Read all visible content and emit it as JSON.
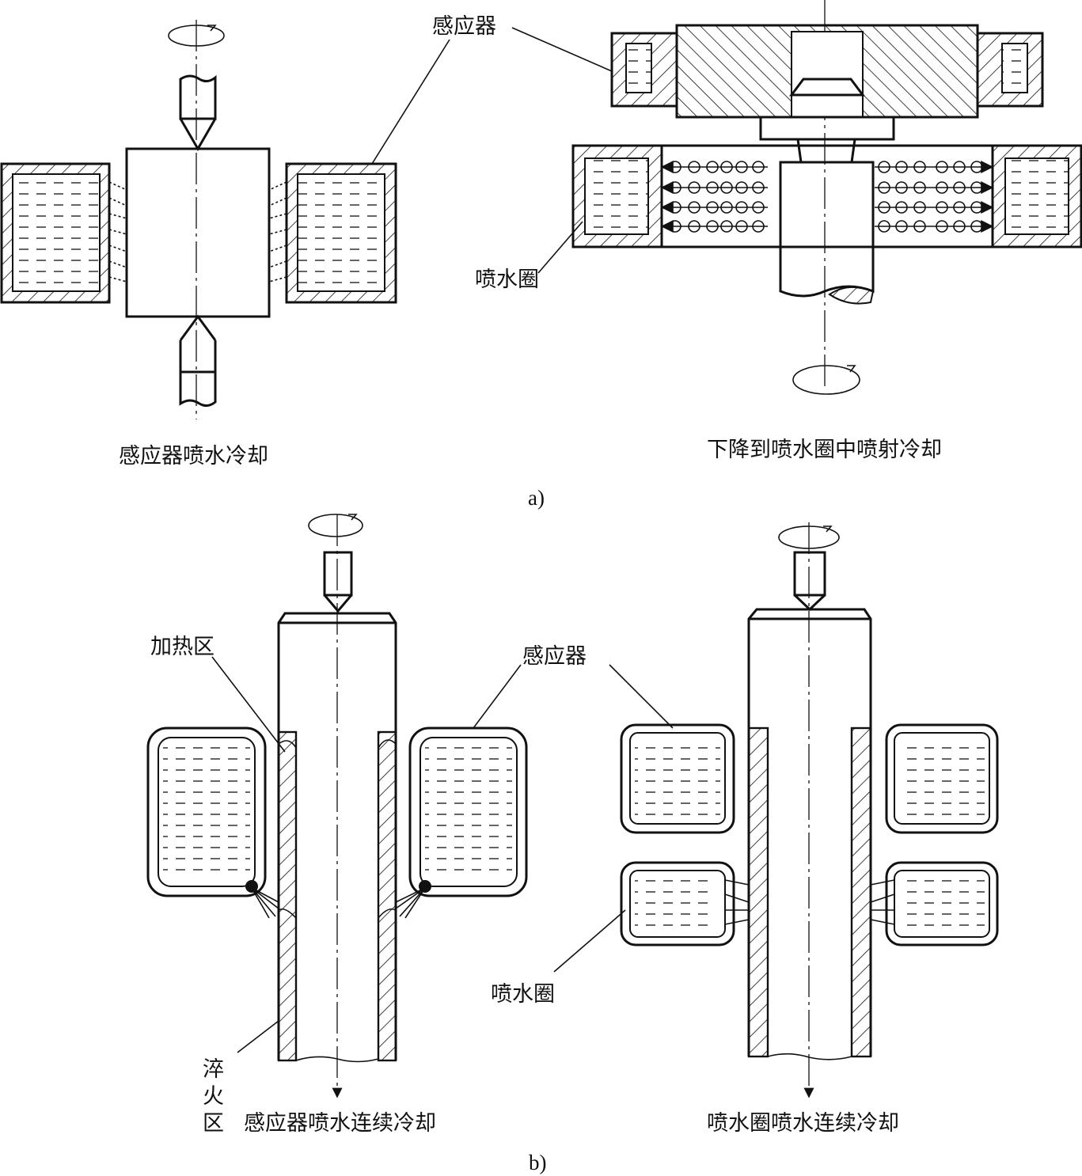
{
  "panel_a": {
    "label": "a)",
    "left_caption": "感应器喷水冷却",
    "right_caption": "下降到喷水圈中喷射冷却",
    "inductor_label": "感应器",
    "spray_ring_label": "喷水圈"
  },
  "panel_b": {
    "label": "b)",
    "heating_zone_label": "加热区",
    "inductor_label": "感应器",
    "spray_ring_label": "喷水圈",
    "quench_zone_label": [
      "淬",
      "火",
      "区"
    ],
    "left_caption": "感应器喷水连续冷却",
    "right_caption": "喷水圈喷水连续冷却"
  }
}
